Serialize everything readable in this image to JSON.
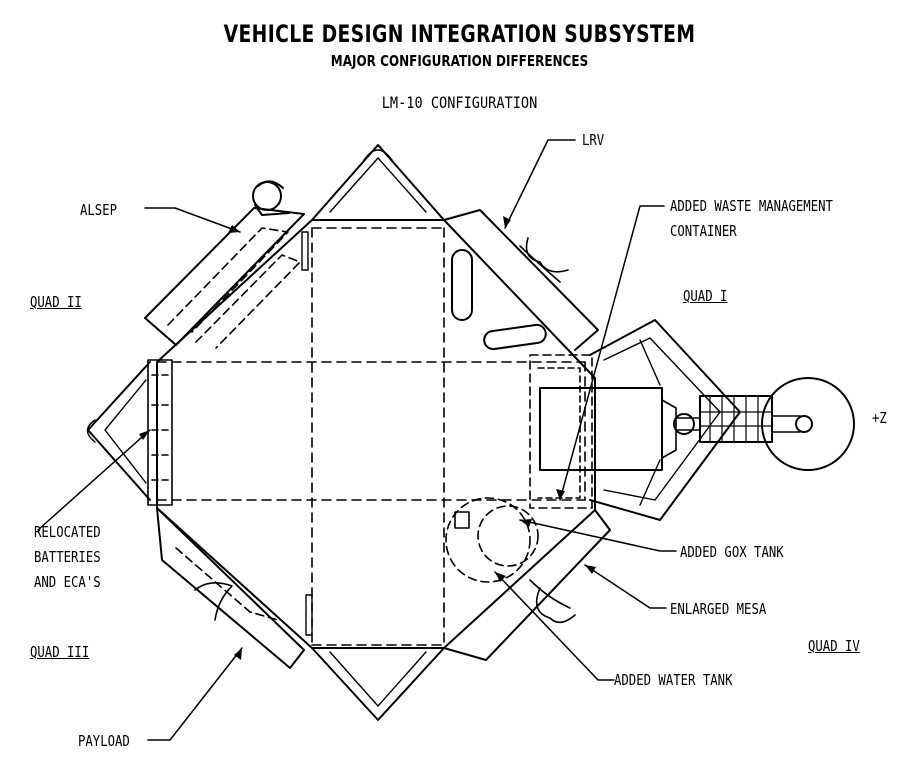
{
  "title": "VEHICLE DESIGN INTEGRATION SUBSYSTEM",
  "subtitle": "MAJOR CONFIGURATION DIFFERENCES",
  "configuration": "LM-10 CONFIGURATION",
  "quadrants": {
    "q1": "QUAD I",
    "q2": "QUAD II",
    "q3": "QUAD III",
    "q4": "QUAD IV"
  },
  "axis": "+Z",
  "callouts": {
    "alsep": "ALSEP",
    "lrv": "LRV",
    "waste_line1": "ADDED WASTE MANAGEMENT",
    "waste_line2": "CONTAINER",
    "relocated_line1": "RELOCATED",
    "relocated_line2": "BATTERIES",
    "relocated_line3": "AND ECA'S",
    "gox": "ADDED GOX TANK",
    "mesa": "ENLARGED MESA",
    "water": "ADDED WATER TANK",
    "payload": "PAYLOAD"
  }
}
